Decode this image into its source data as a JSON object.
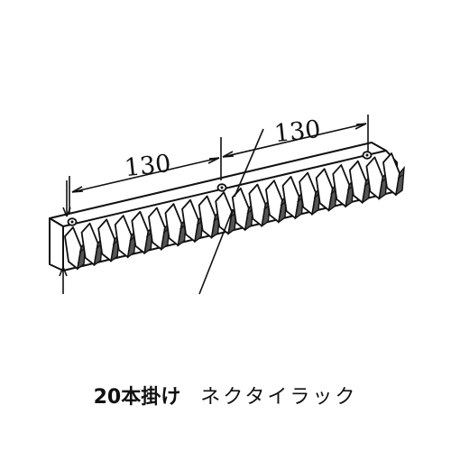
{
  "dimensions": {
    "left": "130",
    "right": "130"
  },
  "caption": {
    "count": "20本掛け",
    "product": "ネクタイラック"
  },
  "colors": {
    "ink": "#111111",
    "background": "#ffffff"
  },
  "rack": {
    "hook_count": 20,
    "screw_hole_count": 3
  }
}
